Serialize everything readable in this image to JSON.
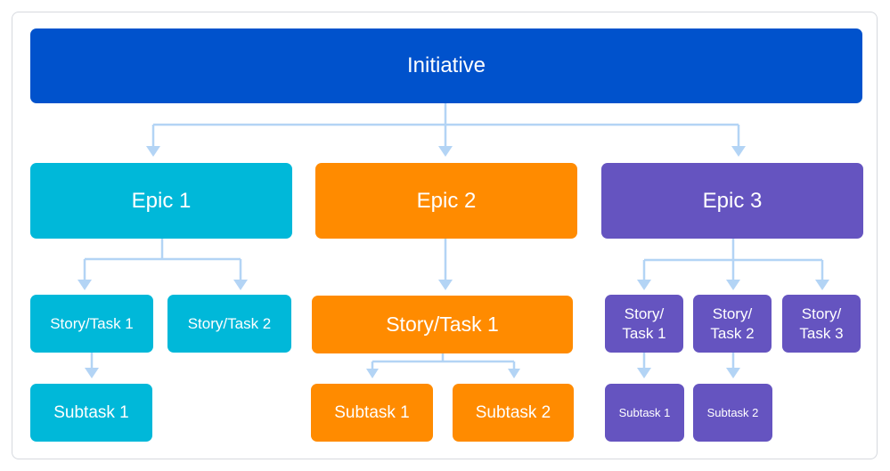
{
  "diagram": {
    "initiative": "Initiative",
    "epics": [
      {
        "label": "Epic 1",
        "stories": [
          {
            "label": "Story/Task 1",
            "subtasks": [
              "Subtask 1"
            ]
          },
          {
            "label": "Story/Task 2",
            "subtasks": []
          }
        ]
      },
      {
        "label": "Epic 2",
        "stories": [
          {
            "label": "Story/Task 1",
            "subtasks": [
              "Subtask 1",
              "Subtask 2"
            ]
          }
        ]
      },
      {
        "label": "Epic 3",
        "stories": [
          {
            "label_lines": [
              "Story/",
              "Task 1"
            ],
            "subtasks": [
              "Subtask 1"
            ]
          },
          {
            "label_lines": [
              "Story/",
              "Task 2"
            ],
            "subtasks": [
              "Subtask 2"
            ]
          },
          {
            "label_lines": [
              "Story/",
              "Task 3"
            ],
            "subtasks": []
          }
        ]
      }
    ]
  },
  "colors": {
    "initiative": "#0052cc",
    "epic_1": "#00b8d9",
    "epic_2": "#ff8b00",
    "epic_3": "#6554c0",
    "connector": "#b3d4f5"
  }
}
